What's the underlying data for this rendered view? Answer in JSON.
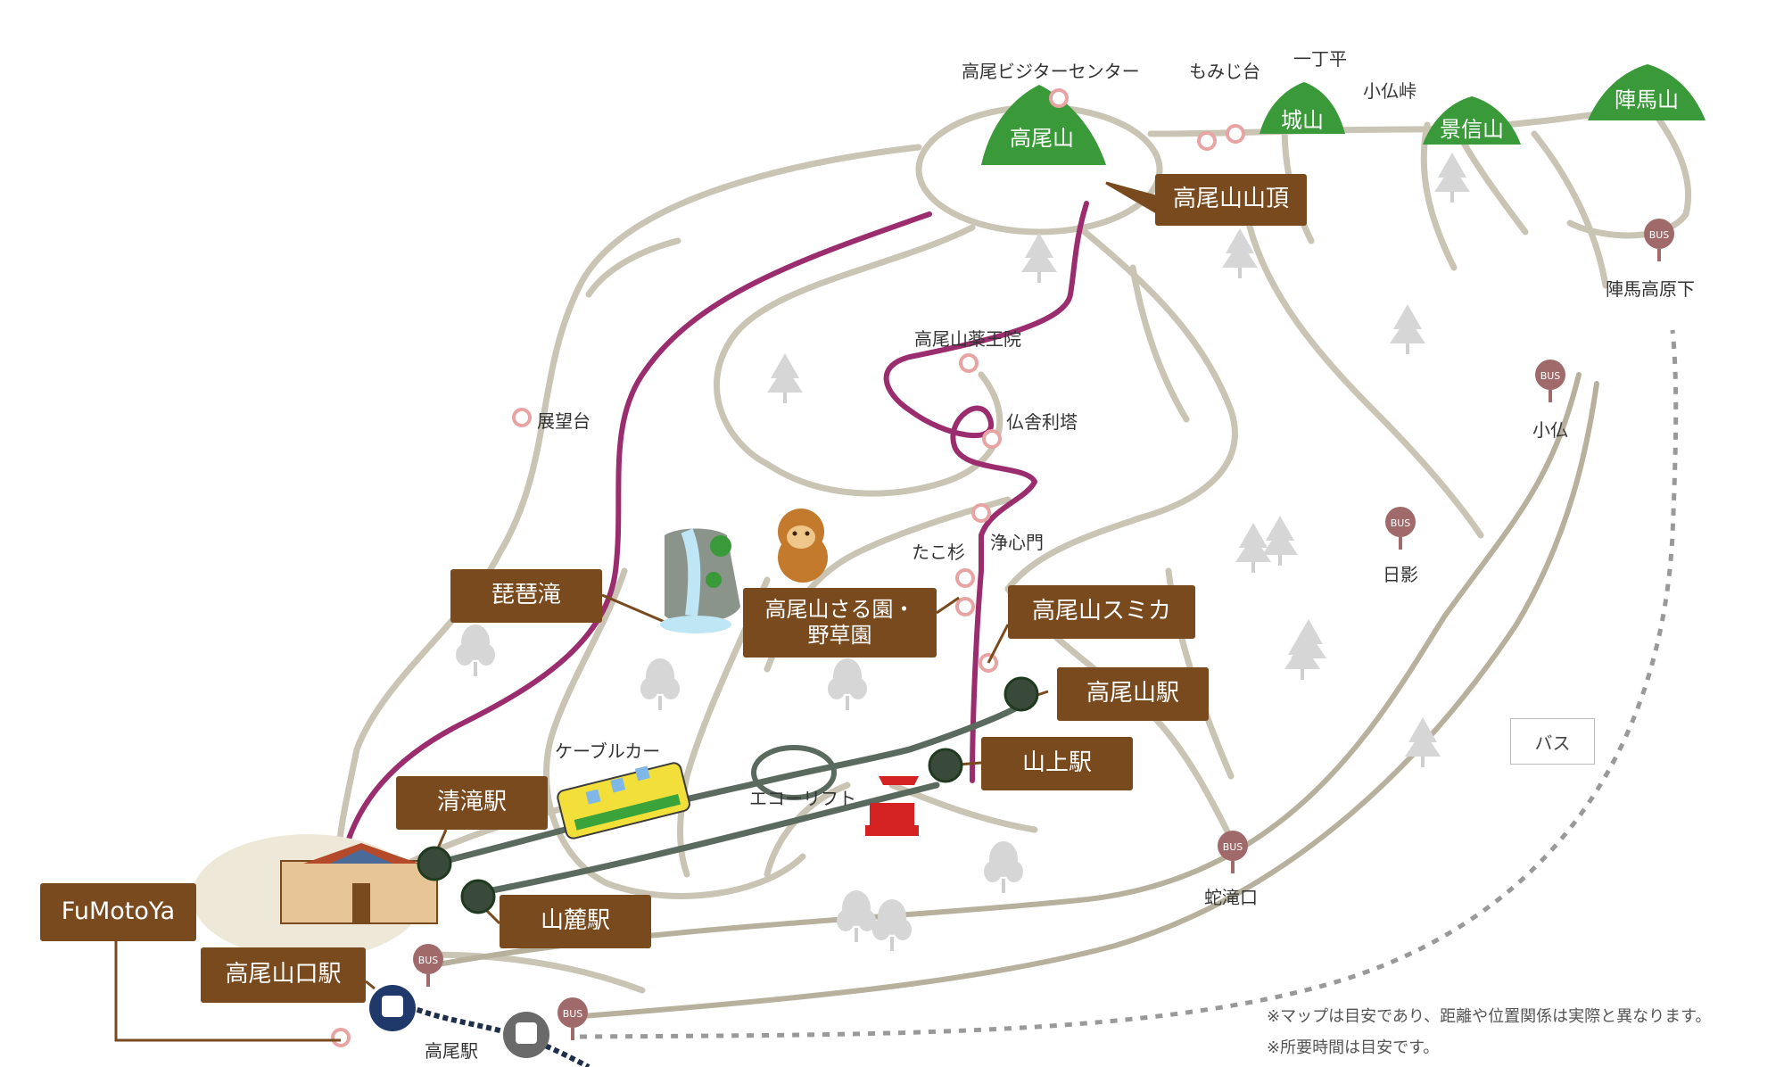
{
  "mountains": {
    "takao": "高尾山",
    "shiro": "城山",
    "kagenobu": "景信山",
    "jinba": "陣馬山"
  },
  "callouts": {
    "summit": "高尾山山頂",
    "biwa_falls": "琵琶滝",
    "monkey_park": "高尾山さる園・\n野草園",
    "sumika": "高尾山スミカ",
    "takaosan_station": "高尾山駅",
    "sanjo_station": "山上駅",
    "kiyotaki_station": "清滝駅",
    "sanroku_station": "山麓駅",
    "fumotoya": "FuMotoYa",
    "takaosanguchi_station": "高尾山口駅"
  },
  "places": {
    "visitor_center": "高尾ビジターセンター",
    "momijidai": "もみじ台",
    "itchodaira": "一丁平",
    "kobotoke_pass": "小仏峠",
    "yakuoin": "高尾山薬王院",
    "busharito": "仏舎利塔",
    "joshinmon": "浄心門",
    "tako_sugi": "たこ杉",
    "tenbodai": "展望台",
    "cable_car": "ケーブルカー",
    "eco_lift": "エコーリフト",
    "takao_station": "高尾駅"
  },
  "bus_stops": {
    "badge": "BUS",
    "jinba_kogen_shita": "陣馬高原下",
    "kobotoke": "小仏",
    "hikage": "日影",
    "jataguchi": "蛇滝口",
    "bus_route": "バス"
  },
  "notes": {
    "line1": "※マップは目安であり、距離や位置関係は実際と異なります。",
    "line2": "※所要時間は目安です。"
  },
  "colors": {
    "tag_brown": "#7a4a1f",
    "trail_beige": "#c9c4b3",
    "trail_magenta": "#9b2d6e",
    "cable_line": "#5a6a5e",
    "mountain_green": "#3a9a3a",
    "poi_pink": "#e8a3a3",
    "station_navy": "#1f3a6a",
    "rail_dark": "#1f2f4a"
  },
  "icons": {
    "poi": "pink-ring-icon",
    "bus": "bus-stop-sign-icon",
    "station": "train-icon",
    "tree": "tree-icon"
  }
}
